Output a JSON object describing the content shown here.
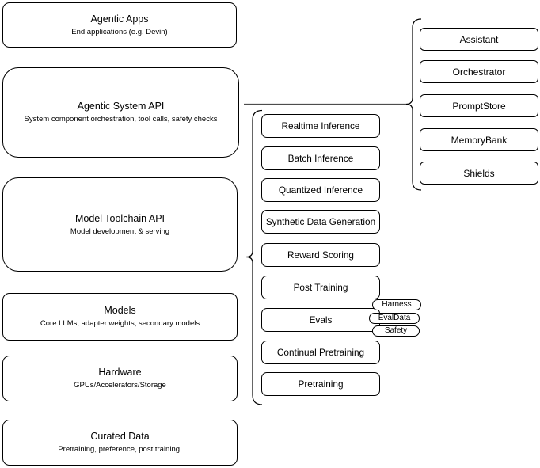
{
  "diagram": {
    "colors": {
      "stroke": "#000000",
      "background": "#ffffff"
    },
    "left_boxes": [
      {
        "title": "Agentic Apps",
        "subtitle": "End applications (e.g. Devin)"
      },
      {
        "title": "Agentic System API",
        "subtitle": "System component orchestration, tool calls, safety checks"
      },
      {
        "title": "Model Toolchain API",
        "subtitle": "Model development & serving"
      },
      {
        "title": "Models",
        "subtitle": "Core LLMs, adapter weights, secondary models"
      },
      {
        "title": "Hardware",
        "subtitle": "GPUs/Accelerators/Storage"
      },
      {
        "title": "Curated Data",
        "subtitle": "Pretraining, preference, post training."
      }
    ],
    "toolchain_items": [
      "Realtime Inference",
      "Batch Inference",
      "Quantized Inference",
      "Synthetic Data Generation",
      "Reward Scoring",
      "Post Training",
      "Evals",
      "Continual Pretraining",
      "Pretraining"
    ],
    "eval_tags": [
      "Harness",
      "EvalData",
      "Safety"
    ],
    "system_components": [
      "Assistant",
      "Orchestrator",
      "PromptStore",
      "MemoryBank",
      "Shields"
    ]
  }
}
